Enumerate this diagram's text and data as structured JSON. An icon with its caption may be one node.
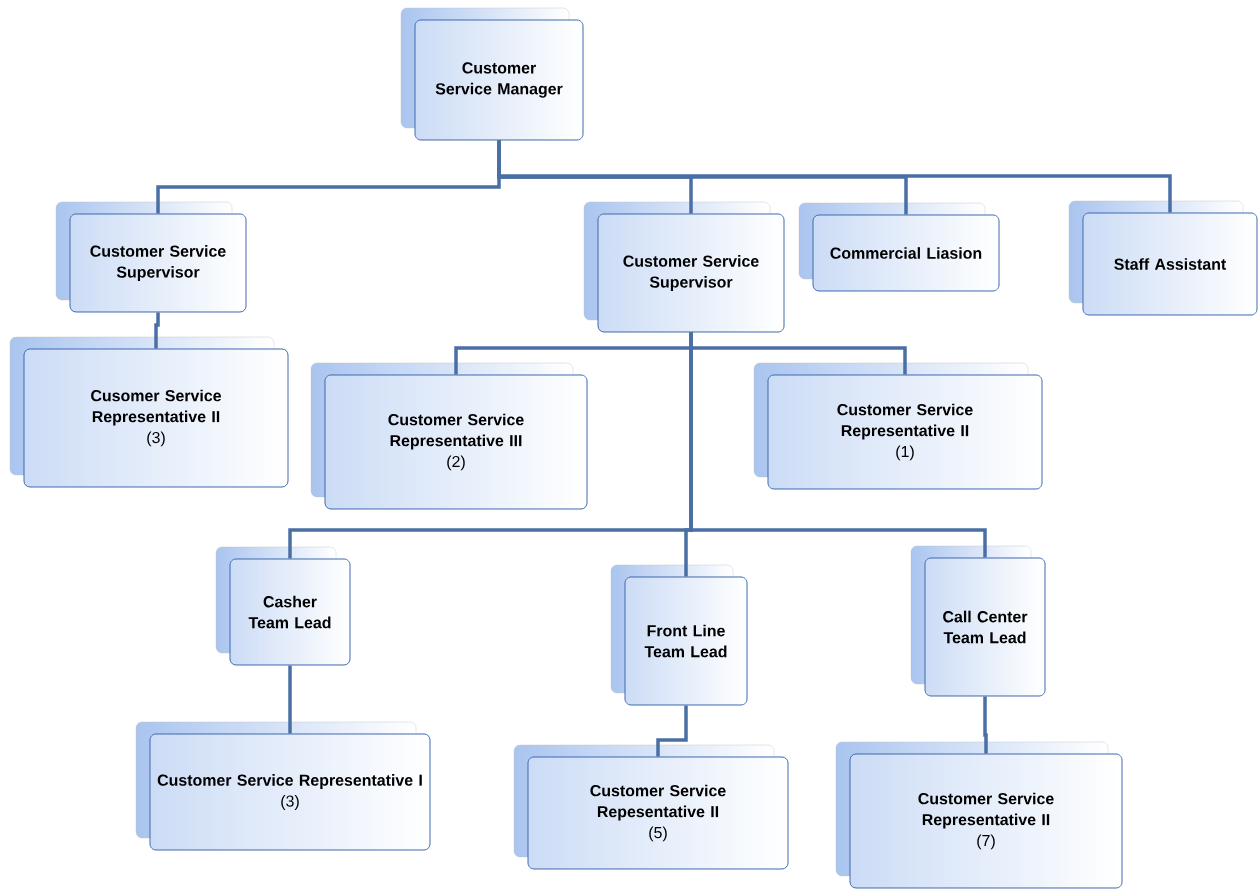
{
  "diagram": {
    "nodes": [
      {
        "text": [
          "Customer Service Manager"
        ]
      },
      {
        "text": [
          "Customer Service Supervisor"
        ]
      },
      {
        "text": [
          "Customer Service Supervisor"
        ]
      },
      {
        "text": [
          "Commercial Liasion"
        ]
      },
      {
        "text": [
          "Staff Assistant"
        ]
      },
      {
        "text": [
          "Cusomer Service Representative II",
          "(3)"
        ]
      },
      {
        "text": [
          "Customer Service Representative III",
          "(2)"
        ]
      },
      {
        "text": [
          "Customer Service Representative II",
          "(1)"
        ]
      },
      {
        "text": [
          "Casher Team Lead"
        ]
      },
      {
        "text": [
          "Front Line Team Lead"
        ]
      },
      {
        "text": [
          "Call Center Team Lead"
        ]
      },
      {
        "text": [
          "Customer Service Representative I",
          "(3)"
        ]
      },
      {
        "text": [
          "Customer Service Repesentative II",
          "(5)"
        ]
      },
      {
        "text": [
          "Customer Service Representative II",
          "(7)"
        ]
      }
    ],
    "edges": [
      {
        "from": 0,
        "to": 1,
        "arrow": "none"
      },
      {
        "from": 0,
        "to": 2,
        "arrow": "none"
      },
      {
        "from": 0,
        "to": 3,
        "arrow": "none"
      },
      {
        "from": 0,
        "to": 4,
        "arrow": "none"
      },
      {
        "from": 1,
        "to": 5,
        "arrow": "none"
      },
      {
        "from": 2,
        "to": 6,
        "arrow": "none"
      },
      {
        "from": 2,
        "to": 7,
        "arrow": "none"
      },
      {
        "from": 2,
        "to": 8,
        "arrow": "none"
      },
      {
        "from": 2,
        "to": 9,
        "arrow": "none"
      },
      {
        "from": 2,
        "to": 10,
        "arrow": "none"
      },
      {
        "from": 8,
        "to": 11,
        "arrow": "none"
      },
      {
        "from": 9,
        "to": 12,
        "arrow": "none"
      },
      {
        "from": 10,
        "to": 13,
        "arrow": "none"
      }
    ]
  }
}
